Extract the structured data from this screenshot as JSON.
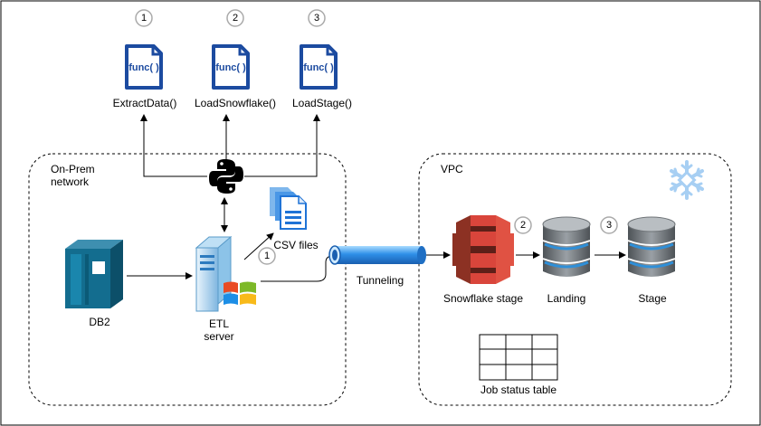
{
  "steps": {
    "one": "1",
    "two": "2",
    "three": "3"
  },
  "functions": {
    "icon_text": "func( )",
    "extract": "ExtractData()",
    "load_snowflake": "LoadSnowflake()",
    "load_stage": "LoadStage()"
  },
  "onprem": {
    "title_line1": "On-Prem",
    "title_line2": "network",
    "db2": "DB2",
    "etl_line1": "ETL",
    "etl_line2": "server",
    "csv": "CSV files"
  },
  "tunnel": {
    "label": "Tunneling"
  },
  "vpc": {
    "title": "VPC",
    "snowflake_stage": "Snowflake stage",
    "landing": "Landing",
    "stage": "Stage",
    "job_status": "Job status table"
  },
  "colors": {
    "func_icon": "#1c4ba0",
    "db2": "#136d8f",
    "s3_red": "#d9453b",
    "db_gray": "#6f7478",
    "db_blue": "#2f8fd8",
    "snowflake": "#a7cff3"
  }
}
